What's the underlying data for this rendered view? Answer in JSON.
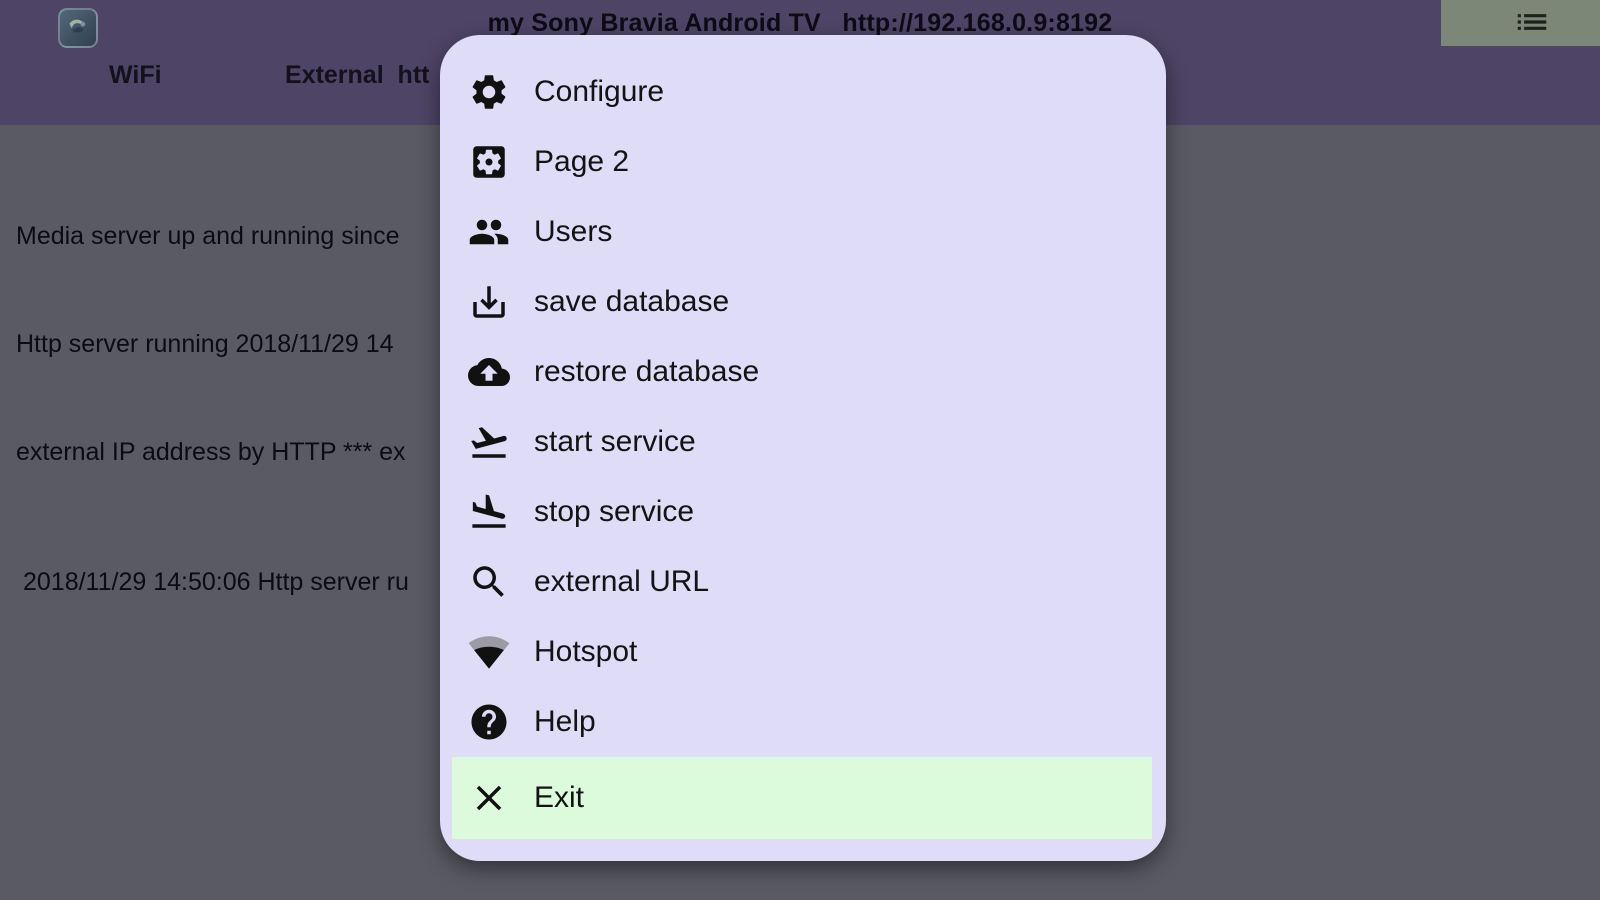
{
  "header": {
    "title": "my Sony Bravia Android TV   http://192.168.0.9:8192",
    "tabs": [
      {
        "label": "WiFi"
      },
      {
        "label": "External  htt"
      }
    ],
    "menu_button_icon": "list-icon",
    "app_icon": "app-logo-icon"
  },
  "status": {
    "lines": [
      "Media server up and running since",
      "Http server running 2018/11/29 14",
      "external IP address by HTTP *** ex",
      "2018/11/29 14:50:06 Http server ru"
    ]
  },
  "menu": {
    "items": [
      {
        "label": "Configure",
        "icon": "gear-icon",
        "highlighted": false
      },
      {
        "label": "Page 2",
        "icon": "settings-app-icon",
        "highlighted": false
      },
      {
        "label": "Users",
        "icon": "users-icon",
        "highlighted": false
      },
      {
        "label": "save database",
        "icon": "download-icon",
        "highlighted": false
      },
      {
        "label": "restore database",
        "icon": "cloud-upload-icon",
        "highlighted": false
      },
      {
        "label": "start service",
        "icon": "flight-takeoff-icon",
        "highlighted": false
      },
      {
        "label": "stop service",
        "icon": "flight-land-icon",
        "highlighted": false
      },
      {
        "label": "external URL",
        "icon": "search-icon",
        "highlighted": false
      },
      {
        "label": "Hotspot",
        "icon": "wifi-icon",
        "highlighted": false
      },
      {
        "label": "Help",
        "icon": "help-icon",
        "highlighted": false
      },
      {
        "label": "Exit",
        "icon": "close-icon",
        "highlighted": true
      }
    ]
  },
  "colors": {
    "header_bg": "#4e4465",
    "content_bg": "#5a5a63",
    "menu_bg": "#dedcf6",
    "exit_highlight_bg": "#dcfbdd",
    "menu_button_bg": "#7d8777",
    "menu_icon_color": "#111111",
    "wifi_icon_secondary": "#9b9ba3",
    "text_color": "#131313"
  }
}
